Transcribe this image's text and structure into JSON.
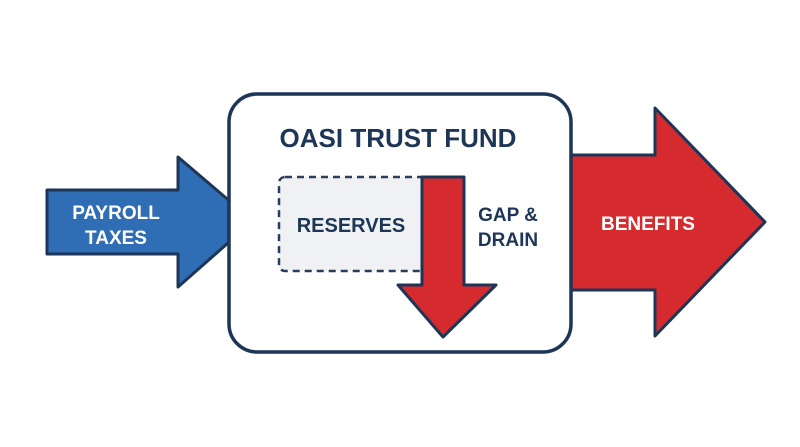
{
  "diagram": {
    "input_arrow": {
      "label_line1": "PAYROLL",
      "label_line2": "TAXES"
    },
    "fund_box": {
      "title": "OASI TRUST FUND"
    },
    "reserves_box": {
      "label": "RESERVES"
    },
    "drain_arrow": {
      "label_line1": "GAP &",
      "label_line2": "DRAIN"
    },
    "output_arrow": {
      "label": "BENEFITS"
    }
  },
  "colors": {
    "navy": "#1d3557",
    "blue": "#2f6db5",
    "red": "#d52b2e",
    "reserves_fill": "#f0f1f3",
    "reserves_border": "#2b3e5c"
  }
}
